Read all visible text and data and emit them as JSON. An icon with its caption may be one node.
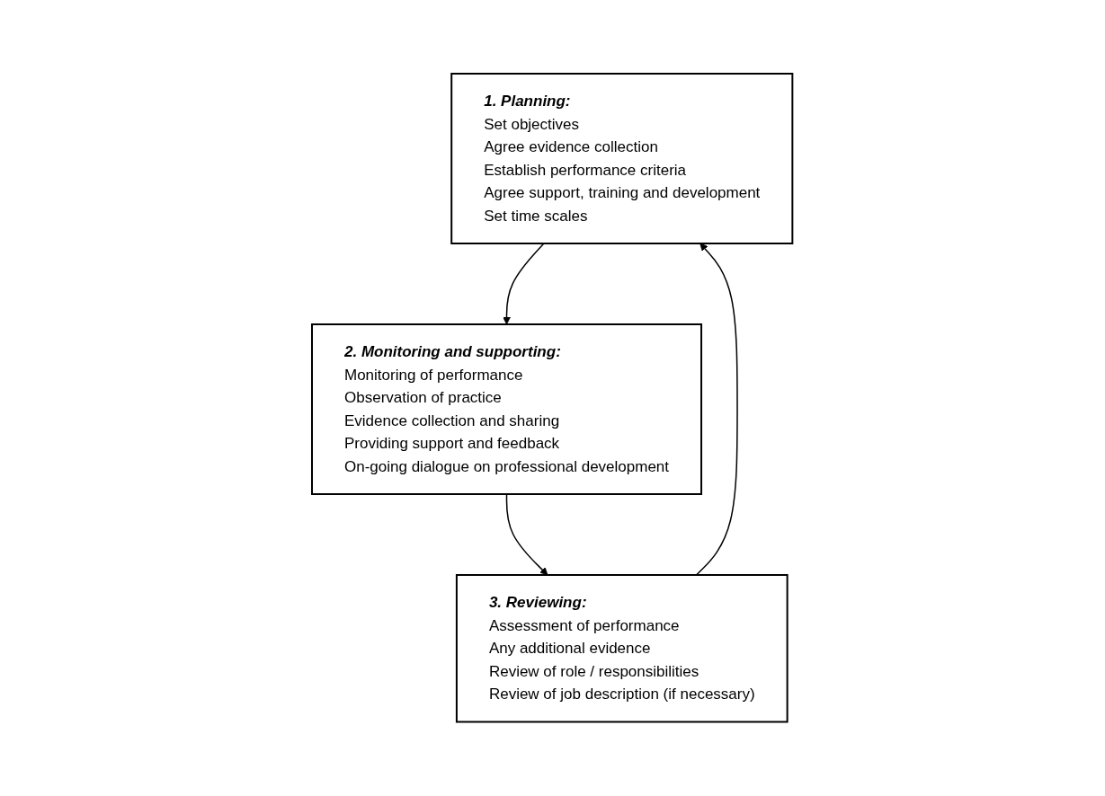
{
  "diagram": {
    "nodes": [
      {
        "text": [
          "1. Planning:",
          "Set objectives",
          "Agree evidence collection",
          "Establish performance criteria",
          "Agree support, training and development",
          "Set time scales"
        ]
      },
      {
        "text": [
          "2. Monitoring and supporting:",
          "Monitoring of performance",
          "Observation of practice",
          "Evidence collection and sharing",
          "Providing support and feedback",
          "On-going dialogue on professional development"
        ]
      },
      {
        "text": [
          "3. Reviewing:",
          "Assessment of performance",
          "Any additional evidence",
          "Review of role / responsibilities",
          "Review of job description (if necessary)"
        ]
      }
    ],
    "edges": [
      {
        "from": 0,
        "to": 1,
        "arrow": "to"
      },
      {
        "from": 1,
        "to": 2,
        "arrow": "to"
      },
      {
        "from": 2,
        "to": 0,
        "arrow": "to"
      }
    ]
  }
}
